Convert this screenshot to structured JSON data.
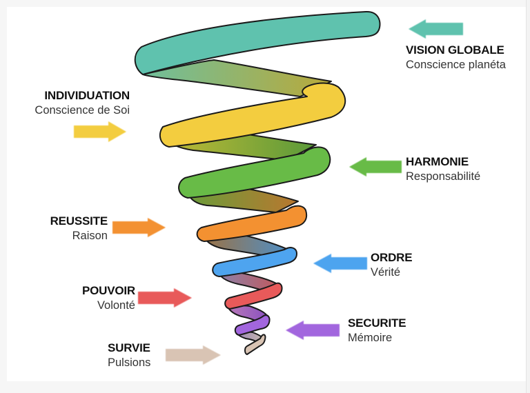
{
  "diagram": {
    "levels": [
      {
        "id": "vision-globale",
        "title": "VISION GLOBALE",
        "subtitle": "Conscience planéta",
        "color": "#5fc2ae",
        "side": "right"
      },
      {
        "id": "individuation",
        "title": "INDIVIDUATION",
        "subtitle": "Conscience de Soi",
        "color": "#f3cd3f",
        "side": "left"
      },
      {
        "id": "harmonie",
        "title": "HARMONIE",
        "subtitle": "Responsabilité",
        "color": "#68bb47",
        "side": "right"
      },
      {
        "id": "reussite",
        "title": "REUSSITE",
        "subtitle": "Raison",
        "color": "#f39131",
        "side": "left"
      },
      {
        "id": "ordre",
        "title": "ORDRE",
        "subtitle": "Vérité",
        "color": "#4ea4ef",
        "side": "right"
      },
      {
        "id": "pouvoir",
        "title": "POUVOIR",
        "subtitle": "Volonté",
        "color": "#e85a5a",
        "side": "left"
      },
      {
        "id": "securite",
        "title": "SECURITE",
        "subtitle": "Mémoire",
        "color": "#a266de",
        "side": "right"
      },
      {
        "id": "survie",
        "title": "SURVIE",
        "subtitle": "Pulsions",
        "color": "#d9c4b4",
        "side": "left"
      }
    ],
    "back_colors": {
      "teal_to_yellow": [
        "#6fbf9c",
        "#b9a93a"
      ],
      "yellow_to_green": [
        "#bdb935",
        "#5a9a3a"
      ],
      "green_to_orange": [
        "#6a9d3a",
        "#b9772f"
      ],
      "orange_to_blue": [
        "#9b7245",
        "#4f8fc6"
      ],
      "blue_to_red": [
        "#8c80a8",
        "#c05a5f"
      ],
      "red_to_purple": [
        "#b879b8",
        "#8b52c0"
      ],
      "purple_to_beige": [
        "#9a88b4",
        "#c9b9b0"
      ]
    },
    "outline_color": "#1a1a1a"
  }
}
